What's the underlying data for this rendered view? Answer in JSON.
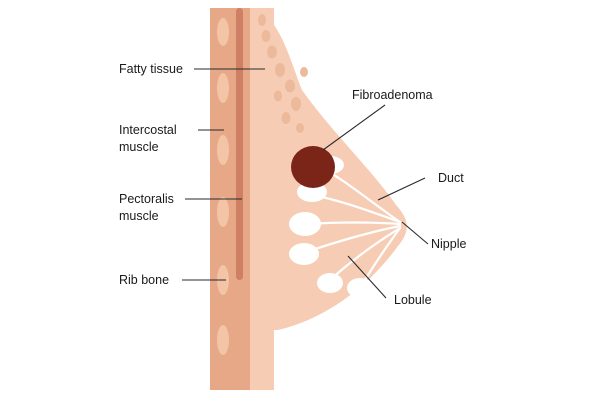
{
  "labels": {
    "fatty_tissue": "Fatty tissue",
    "intercostal_line1": "Intercostal",
    "intercostal_line2": "muscle",
    "pectoralis_line1": "Pectoralis",
    "pectoralis_line2": "muscle",
    "rib_bone": "Rib bone",
    "fibroadenoma": "Fibroadenoma",
    "duct": "Duct",
    "nipple": "Nipple",
    "lobule": "Lobule"
  },
  "colors": {
    "tissue": "#f6cdb4",
    "chest_wall": "#e7a888",
    "rib": "#f3c4a6",
    "pectoral_band": "#cf7f64",
    "fat_lobe": "#ecb99a",
    "lobule": "#ffffff",
    "fibroadenoma": "#7a2518",
    "leader": "#2a2a2a"
  }
}
